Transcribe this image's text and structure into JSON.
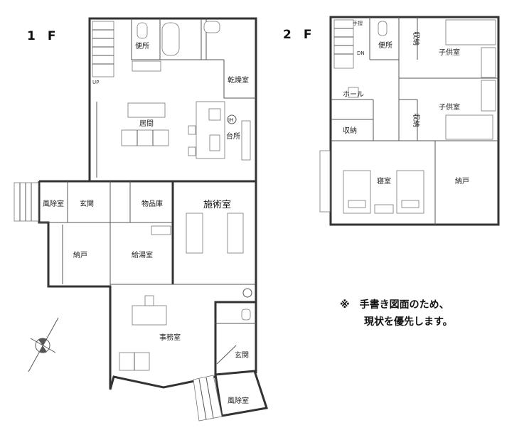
{
  "floor1": {
    "title": "1　F",
    "rooms": {
      "toilet": "便所",
      "stairs_up": "UP",
      "drying": "乾燥室",
      "living": "居間",
      "kitchen": "台所",
      "ih": "IH",
      "vestibule_west": "風除室",
      "entrance_west": "玄関",
      "storage_goods": "物品庫",
      "treatment": "施術室",
      "closet": "納戸",
      "water_heater": "給湯室",
      "office": "事務室",
      "entrance_east": "玄関",
      "vestibule_south": "風除室"
    }
  },
  "floor2": {
    "title": "2　F",
    "rooms": {
      "handrail": "手摺",
      "stairs_down": "DN",
      "toilet": "便所",
      "storage_1": "収納",
      "child_room_1": "子供室",
      "hall": "ホール",
      "child_room_2": "子供室",
      "storage_2": "収納",
      "storage_3": "収納",
      "bedroom": "寝室",
      "closet": "納戸"
    }
  },
  "note": {
    "line1": "※　手書き図面のため、",
    "line2": "現状を優先します。"
  }
}
